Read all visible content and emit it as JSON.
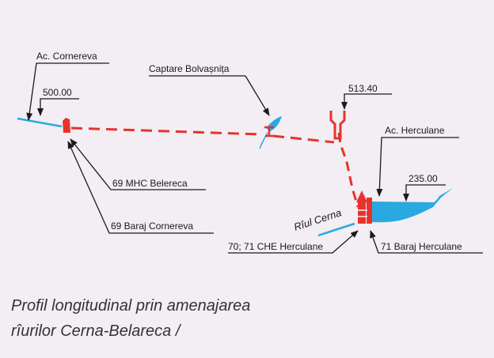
{
  "labels": {
    "ac_cornereva": "Ac. Cornereva",
    "elev_500": "500.00",
    "captare": "Captare Bolvașnița",
    "elev_513": "513.40",
    "ac_herculane": "Ac. Herculane",
    "elev_235": "235.00",
    "mhc_belareca": "69 MHC Belereca",
    "baraj_cornereva": "69 Baraj Cornereva",
    "riul_cerna": "Rîul Cerna",
    "che_herculane": "70; 71 CHE Herculane",
    "baraj_herculane": "71 Baraj Herculane"
  },
  "caption": {
    "line1": "Profil longitudinal prin amenajarea",
    "line2": "rîurilor Cerna-Belareca /"
  },
  "colors": {
    "water": "#2aa9e0",
    "structure": "#e8322c",
    "line": "#1a1a1a",
    "background": "#f2eef3"
  }
}
